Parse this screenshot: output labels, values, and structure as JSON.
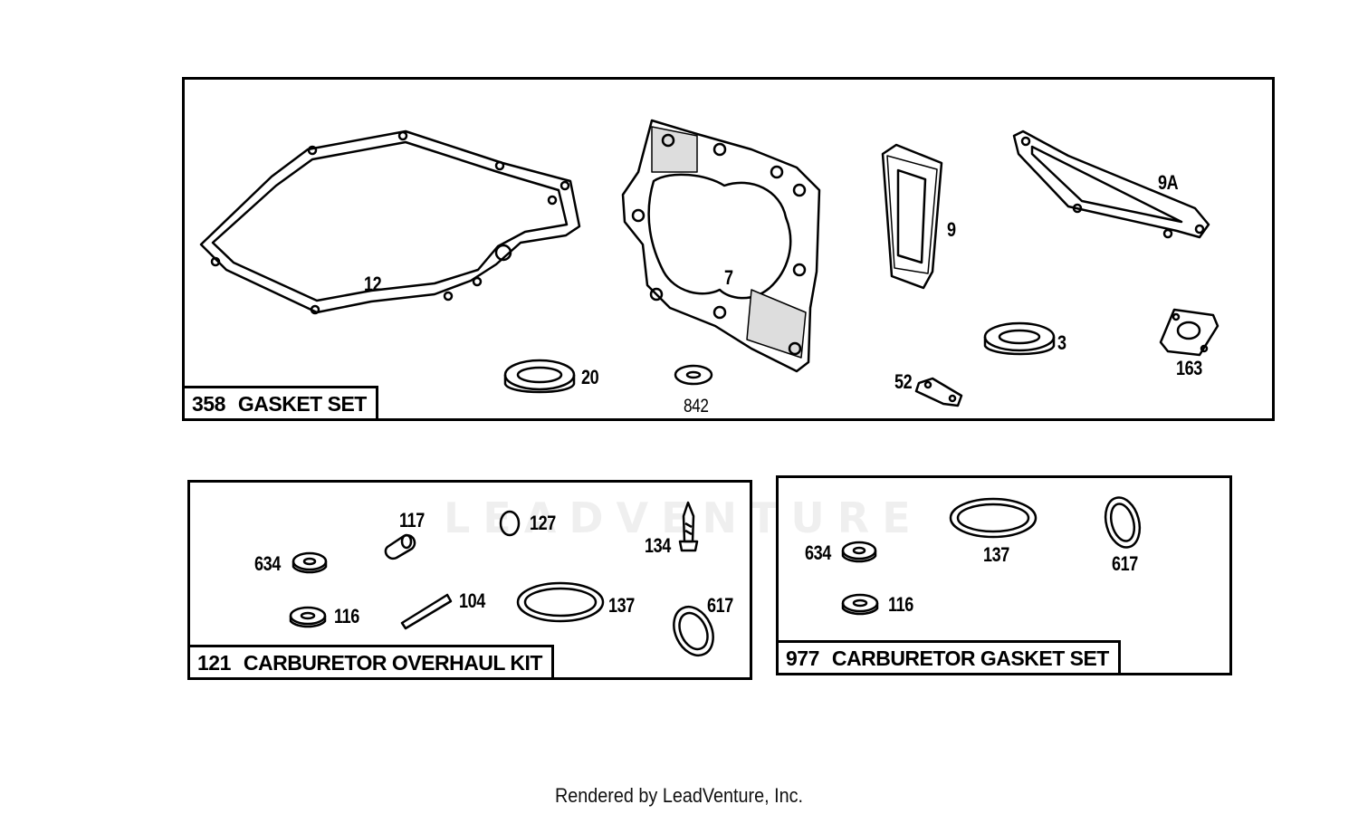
{
  "panels": {
    "gasket_set": {
      "number": "358",
      "title": "GASKET SET"
    },
    "overhaul_kit": {
      "number": "121",
      "title": "CARBURETOR OVERHAUL KIT"
    },
    "carb_gasket_set": {
      "number": "977",
      "title": "CARBURETOR GASKET SET"
    }
  },
  "labels": {
    "p12": "12",
    "p7": "7",
    "p9": "9",
    "p9a": "9A",
    "p20": "20",
    "p842": "842",
    "p52": "52",
    "p3": "3",
    "p163": "163",
    "k117": "117",
    "k127": "127",
    "k134": "134",
    "k634": "634",
    "k104": "104",
    "k137": "137",
    "k617": "617",
    "k116": "116",
    "g634": "634",
    "g137": "137",
    "g617": "617",
    "g116": "116"
  },
  "watermark": "LEADVENTURE",
  "footer": "Rendered by LeadVenture, Inc."
}
